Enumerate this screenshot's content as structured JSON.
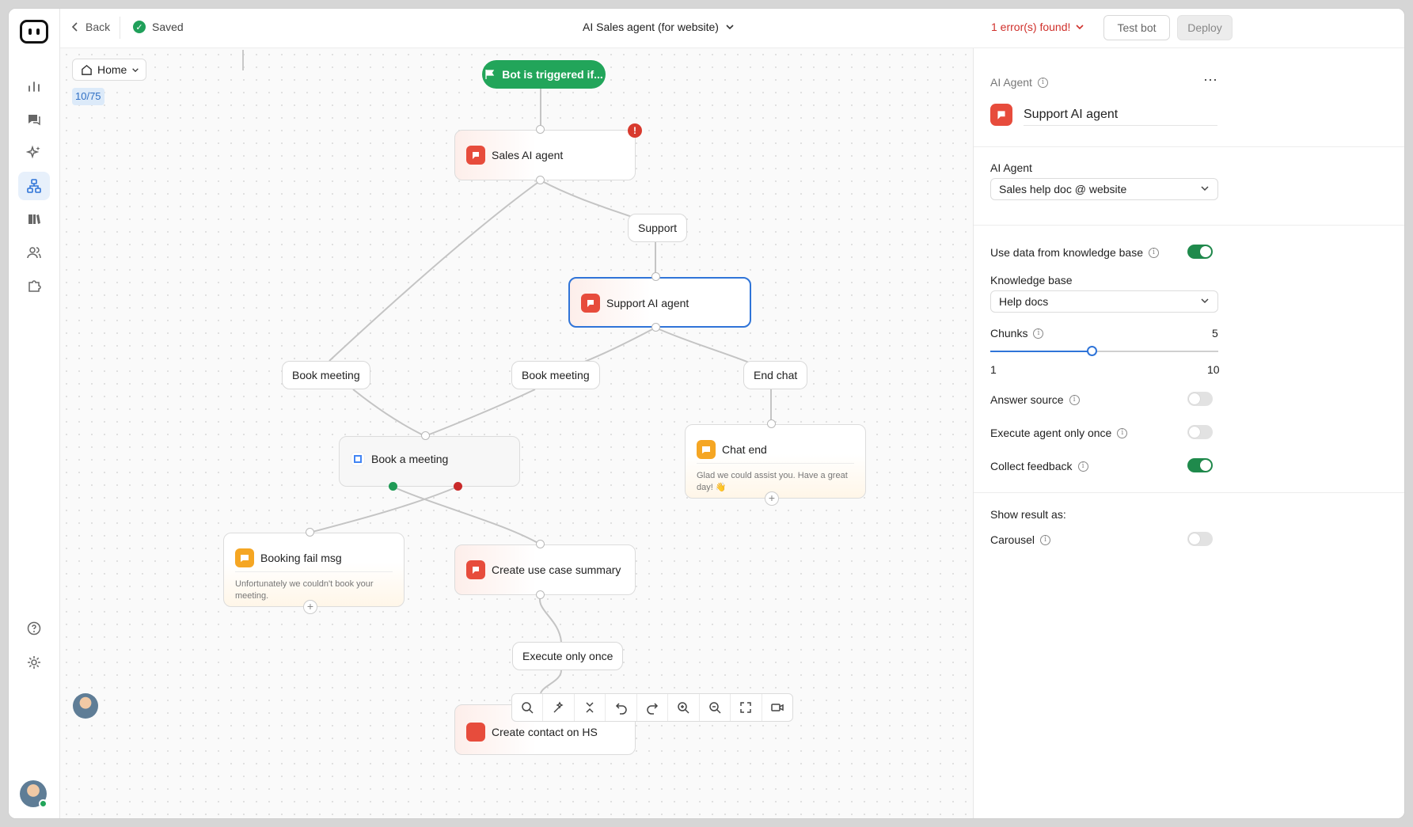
{
  "topbar": {
    "back_label": "Back",
    "saved_label": "Saved",
    "bot_title": "AI Sales agent (for website)",
    "errors_label": "1 error(s) found!",
    "test_label": "Test bot",
    "deploy_label": "Deploy"
  },
  "canvas": {
    "home_label": "Home",
    "counter": "10/75",
    "trigger_label": "Bot is triggered if...",
    "error_badge": "!",
    "nodes": {
      "sales_ai": "Sales AI agent",
      "support_ai": "Support AI agent",
      "book_meeting": "Book a meeting",
      "chat_end": "Chat end",
      "chat_end_msg": "Glad we could assist you. Have a great day! 👋",
      "booking_fail": "Booking fail msg",
      "booking_fail_msg": "Unfortunately we couldn't book your meeting.",
      "create_summary": "Create use case summary",
      "create_contact": "Create contact on HS"
    },
    "edge_labels": {
      "support": "Support",
      "book_meeting_1": "Book meeting",
      "book_meeting_2": "Book meeting",
      "end_chat": "End chat",
      "execute_once": "Execute only once"
    },
    "toolbar_icons": [
      "search-icon",
      "magic-wand-icon",
      "collapse-icon",
      "undo-icon",
      "redo-icon",
      "zoom-in-icon",
      "zoom-out-icon",
      "fit-screen-icon",
      "video-icon"
    ]
  },
  "panel": {
    "section_label": "AI Agent",
    "agent_name": "Support AI agent",
    "agent_field_label": "AI Agent",
    "agent_value": "Sales help doc @ website",
    "use_kb_label": "Use data from knowledge base",
    "use_kb_on": true,
    "kb_label": "Knowledge base",
    "kb_value": "Help docs",
    "chunks_label": "Chunks",
    "chunks_value": "5",
    "chunks_min": "1",
    "chunks_max": "10",
    "answer_source_label": "Answer source",
    "answer_source_on": false,
    "execute_once_label": "Execute agent only once",
    "execute_once_on": false,
    "collect_feedback_label": "Collect feedback",
    "collect_feedback_on": true,
    "show_result_label": "Show result as:",
    "carousel_label": "Carousel",
    "carousel_on": false
  },
  "colors": {
    "accent": "#2f74d8",
    "success": "#22a55a",
    "error": "#d0302b",
    "ai_node": "#e74c3c",
    "message_node": "#f5a623"
  }
}
